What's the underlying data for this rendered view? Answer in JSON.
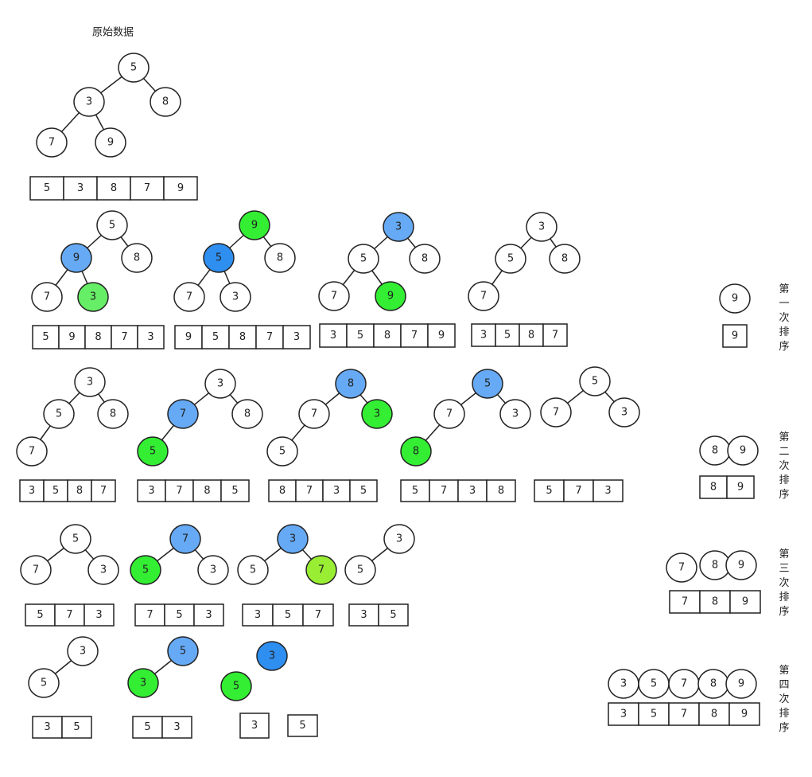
{
  "title": "原始数据",
  "colors": {
    "plain": "#ffffff",
    "light_blue": "#66aaf5",
    "blue": "#2f8ff0",
    "green": "#33ee33",
    "light_green": "#66ee66",
    "lime": "#99ee33"
  },
  "rounds": [
    "第一次排序",
    "第二次排序",
    "第三次排序",
    "第四次排序"
  ],
  "trees": [
    {
      "nodes": [
        "5",
        "3",
        "8",
        "7",
        "9"
      ],
      "colors": [
        "plain",
        "plain",
        "plain",
        "plain",
        "plain"
      ]
    },
    {
      "nodes": [
        "5",
        "9",
        "8",
        "7",
        "3"
      ],
      "colors": [
        "plain",
        "light_blue",
        "plain",
        "plain",
        "light_green"
      ]
    },
    {
      "nodes": [
        "9",
        "5",
        "8",
        "7",
        "3"
      ],
      "colors": [
        "green",
        "blue",
        "plain",
        "plain",
        "plain"
      ]
    },
    {
      "nodes": [
        "3",
        "5",
        "8",
        "7",
        "9"
      ],
      "colors": [
        "light_blue",
        "plain",
        "plain",
        "plain",
        "green"
      ]
    },
    {
      "nodes": [
        "3",
        "5",
        "8",
        "7"
      ],
      "colors": [
        "plain",
        "plain",
        "plain",
        "plain"
      ]
    },
    {
      "nodes": [
        "9"
      ],
      "colors": [
        "plain"
      ]
    },
    {
      "nodes": [
        "3",
        "5",
        "8",
        "7"
      ],
      "colors": [
        "plain",
        "plain",
        "plain",
        "plain"
      ]
    },
    {
      "nodes": [
        "3",
        "7",
        "8",
        "5"
      ],
      "colors": [
        "plain",
        "light_blue",
        "plain",
        "green"
      ]
    },
    {
      "nodes": [
        "8",
        "7",
        "3",
        "5"
      ],
      "colors": [
        "light_blue",
        "plain",
        "green",
        "plain"
      ]
    },
    {
      "nodes": [
        "5",
        "7",
        "3",
        "8"
      ],
      "colors": [
        "light_blue",
        "plain",
        "plain",
        "green"
      ]
    },
    {
      "nodes": [
        "5",
        "7",
        "3"
      ],
      "colors": [
        "plain",
        "plain",
        "plain"
      ]
    },
    {
      "nodes": [
        "8",
        "9"
      ],
      "colors": [
        "plain",
        "plain"
      ]
    },
    {
      "nodes": [
        "5",
        "7",
        "3"
      ],
      "colors": [
        "plain",
        "plain",
        "plain"
      ]
    },
    {
      "nodes": [
        "7",
        "5",
        "3"
      ],
      "colors": [
        "light_blue",
        "green",
        "plain"
      ]
    },
    {
      "nodes": [
        "3",
        "5",
        "7"
      ],
      "colors": [
        "light_blue",
        "plain",
        "lime"
      ]
    },
    {
      "nodes": [
        "3",
        "5"
      ],
      "colors": [
        "plain",
        "plain"
      ]
    },
    {
      "nodes": [
        "7",
        "8",
        "9"
      ],
      "colors": [
        "plain",
        "plain",
        "plain"
      ]
    },
    {
      "nodes": [
        "3",
        "5"
      ],
      "colors": [
        "plain",
        "plain"
      ]
    },
    {
      "nodes": [
        "5",
        "3"
      ],
      "colors": [
        "light_blue",
        "green"
      ]
    },
    {
      "nodes": [
        "3",
        "5"
      ],
      "colors": [
        "blue",
        "green"
      ]
    },
    {
      "nodes": [
        "3",
        "5",
        "7",
        "8",
        "9"
      ],
      "colors": [
        "plain",
        "plain",
        "plain",
        "plain",
        "plain"
      ]
    }
  ],
  "arrays": [
    [
      "5",
      "3",
      "8",
      "7",
      "9"
    ],
    [
      "5",
      "9",
      "8",
      "7",
      "3"
    ],
    [
      "9",
      "5",
      "8",
      "7",
      "3"
    ],
    [
      "3",
      "5",
      "8",
      "7",
      "9"
    ],
    [
      "3",
      "5",
      "8",
      "7"
    ],
    [
      "9"
    ],
    [
      "3",
      "5",
      "8",
      "7"
    ],
    [
      "3",
      "7",
      "8",
      "5"
    ],
    [
      "8",
      "7",
      "3",
      "5"
    ],
    [
      "5",
      "7",
      "3",
      "8"
    ],
    [
      "5",
      "7",
      "3"
    ],
    [
      "8",
      "9"
    ],
    [
      "5",
      "7",
      "3"
    ],
    [
      "7",
      "5",
      "3"
    ],
    [
      "3",
      "5",
      "7"
    ],
    [
      "3",
      "5"
    ],
    [
      "7",
      "8",
      "9"
    ],
    [
      "3",
      "5"
    ],
    [
      "5",
      "3"
    ],
    [
      "3"
    ],
    [
      "5"
    ],
    [
      "3",
      "5",
      "7",
      "8",
      "9"
    ]
  ]
}
